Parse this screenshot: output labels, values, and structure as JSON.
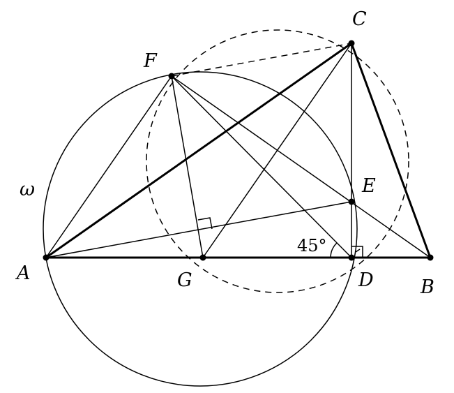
{
  "points": {
    "A": "A",
    "B": "B",
    "C": "C",
    "D": "D",
    "E": "E",
    "F": "F",
    "G": "G"
  },
  "circle_label": "ω",
  "angle_label": "45°"
}
